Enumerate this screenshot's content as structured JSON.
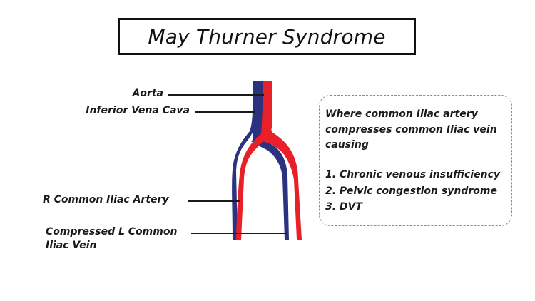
{
  "title": "May Thurner Syndrome",
  "labels": {
    "aorta": "Aorta",
    "ivc": "Inferior Vena Cava",
    "r_artery": "R Common Iliac Artery",
    "l_vein_line1": "Compressed L Common",
    "l_vein_line2": "Iliac Vein"
  },
  "info": {
    "lines": [
      "Where common Iliac artery",
      "compresses common Iliac vein",
      "causing",
      "",
      "1. Chronic venous insufficiency",
      "2. Pelvic congestion syndrome",
      "3. DVT"
    ]
  },
  "colors": {
    "artery": "#e8202a",
    "vein": "#2b3280",
    "ink": "#1a1a1a",
    "border": "#8a8a8a"
  }
}
